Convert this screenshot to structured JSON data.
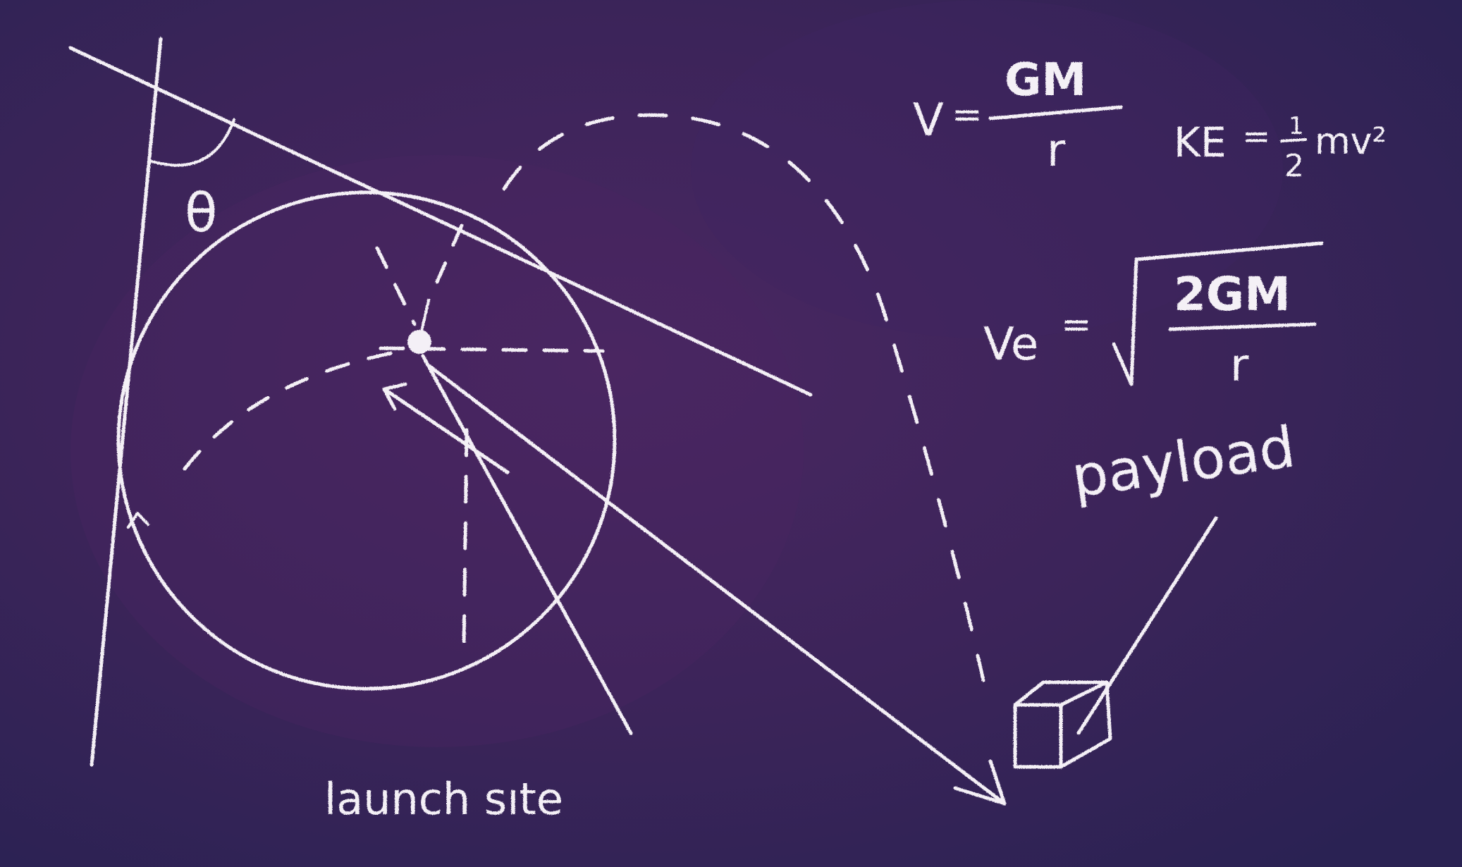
{
  "labels": {
    "theta": "θ",
    "launch_site": "launch sıte",
    "payload": "payload"
  },
  "equations": {
    "potential": {
      "lhs": "V",
      "eq": "=",
      "numerator": "GM",
      "denominator": "r"
    },
    "kinetic": {
      "lhs": "KE",
      "eq": "=",
      "half_num": "1",
      "half_den": "2",
      "rest": "mv²"
    },
    "escape_velocity": {
      "lhs": "Ve",
      "eq": "=",
      "numerator": "2GM",
      "denominator": "r"
    }
  },
  "colors": {
    "board_light": "#47275f",
    "board_dark": "#2b2253",
    "chalk": "#f4f0f6"
  }
}
